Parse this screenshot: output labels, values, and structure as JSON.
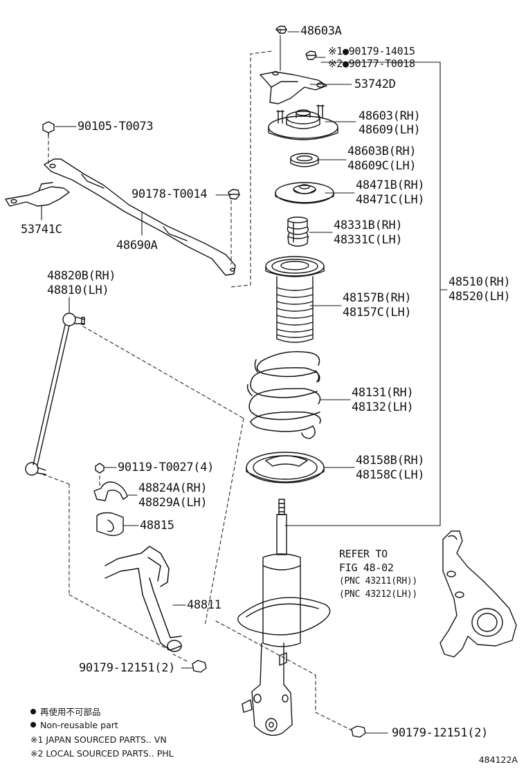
{
  "labels": {
    "p48603A": "48603A",
    "m1": "※1●90179-14015",
    "m2": "※2●90177-T0018",
    "p53742D": "53742D",
    "p48603": "48603(RH)",
    "p48609": "48609(LH)",
    "p90105": "90105-T0073",
    "p48603B": "48603B(RH)",
    "p48609C": "48609C(LH)",
    "p48471B": "48471B(RH)",
    "p48471C": "48471C(LH)",
    "p90178": "90178-T0014",
    "p53741C": "53741C",
    "p48331B": "48331B(RH)",
    "p48331C": "48331C(LH)",
    "p48690A": "48690A",
    "p48820B": "48820B(RH)",
    "p48810": "48810(LH)",
    "p48510": "48510(RH)",
    "p48520": "48520(LH)",
    "p48157B": "48157B(RH)",
    "p48157C": "48157C(LH)",
    "p48131": "48131(RH)",
    "p48132": "48132(LH)",
    "p90119": "90119-T0027(4)",
    "p48158B": "48158B(RH)",
    "p48158C": "48158C(LH)",
    "p48824A": "48824A(RH)",
    "p48829A": "48829A(LH)",
    "p48815": "48815",
    "ref1": "REFER TO",
    "ref2": "FIG 48-02",
    "ref3": "(PNC 43211(RH))",
    "ref4": "(PNC 43212(LH))",
    "p48811": "48811",
    "p90179a": "90179-12151(2)",
    "p90179b": "90179-12151(2)"
  },
  "legend": {
    "jp_nonreusable": "再使用不可部品",
    "nonreusable": "Non-reusable part",
    "japan": "※1 JAPAN SOURCED PARTS.. VN",
    "local": "※2 LOCAL SOURCED PARTS.. PHL"
  },
  "figure_id": "484122A"
}
